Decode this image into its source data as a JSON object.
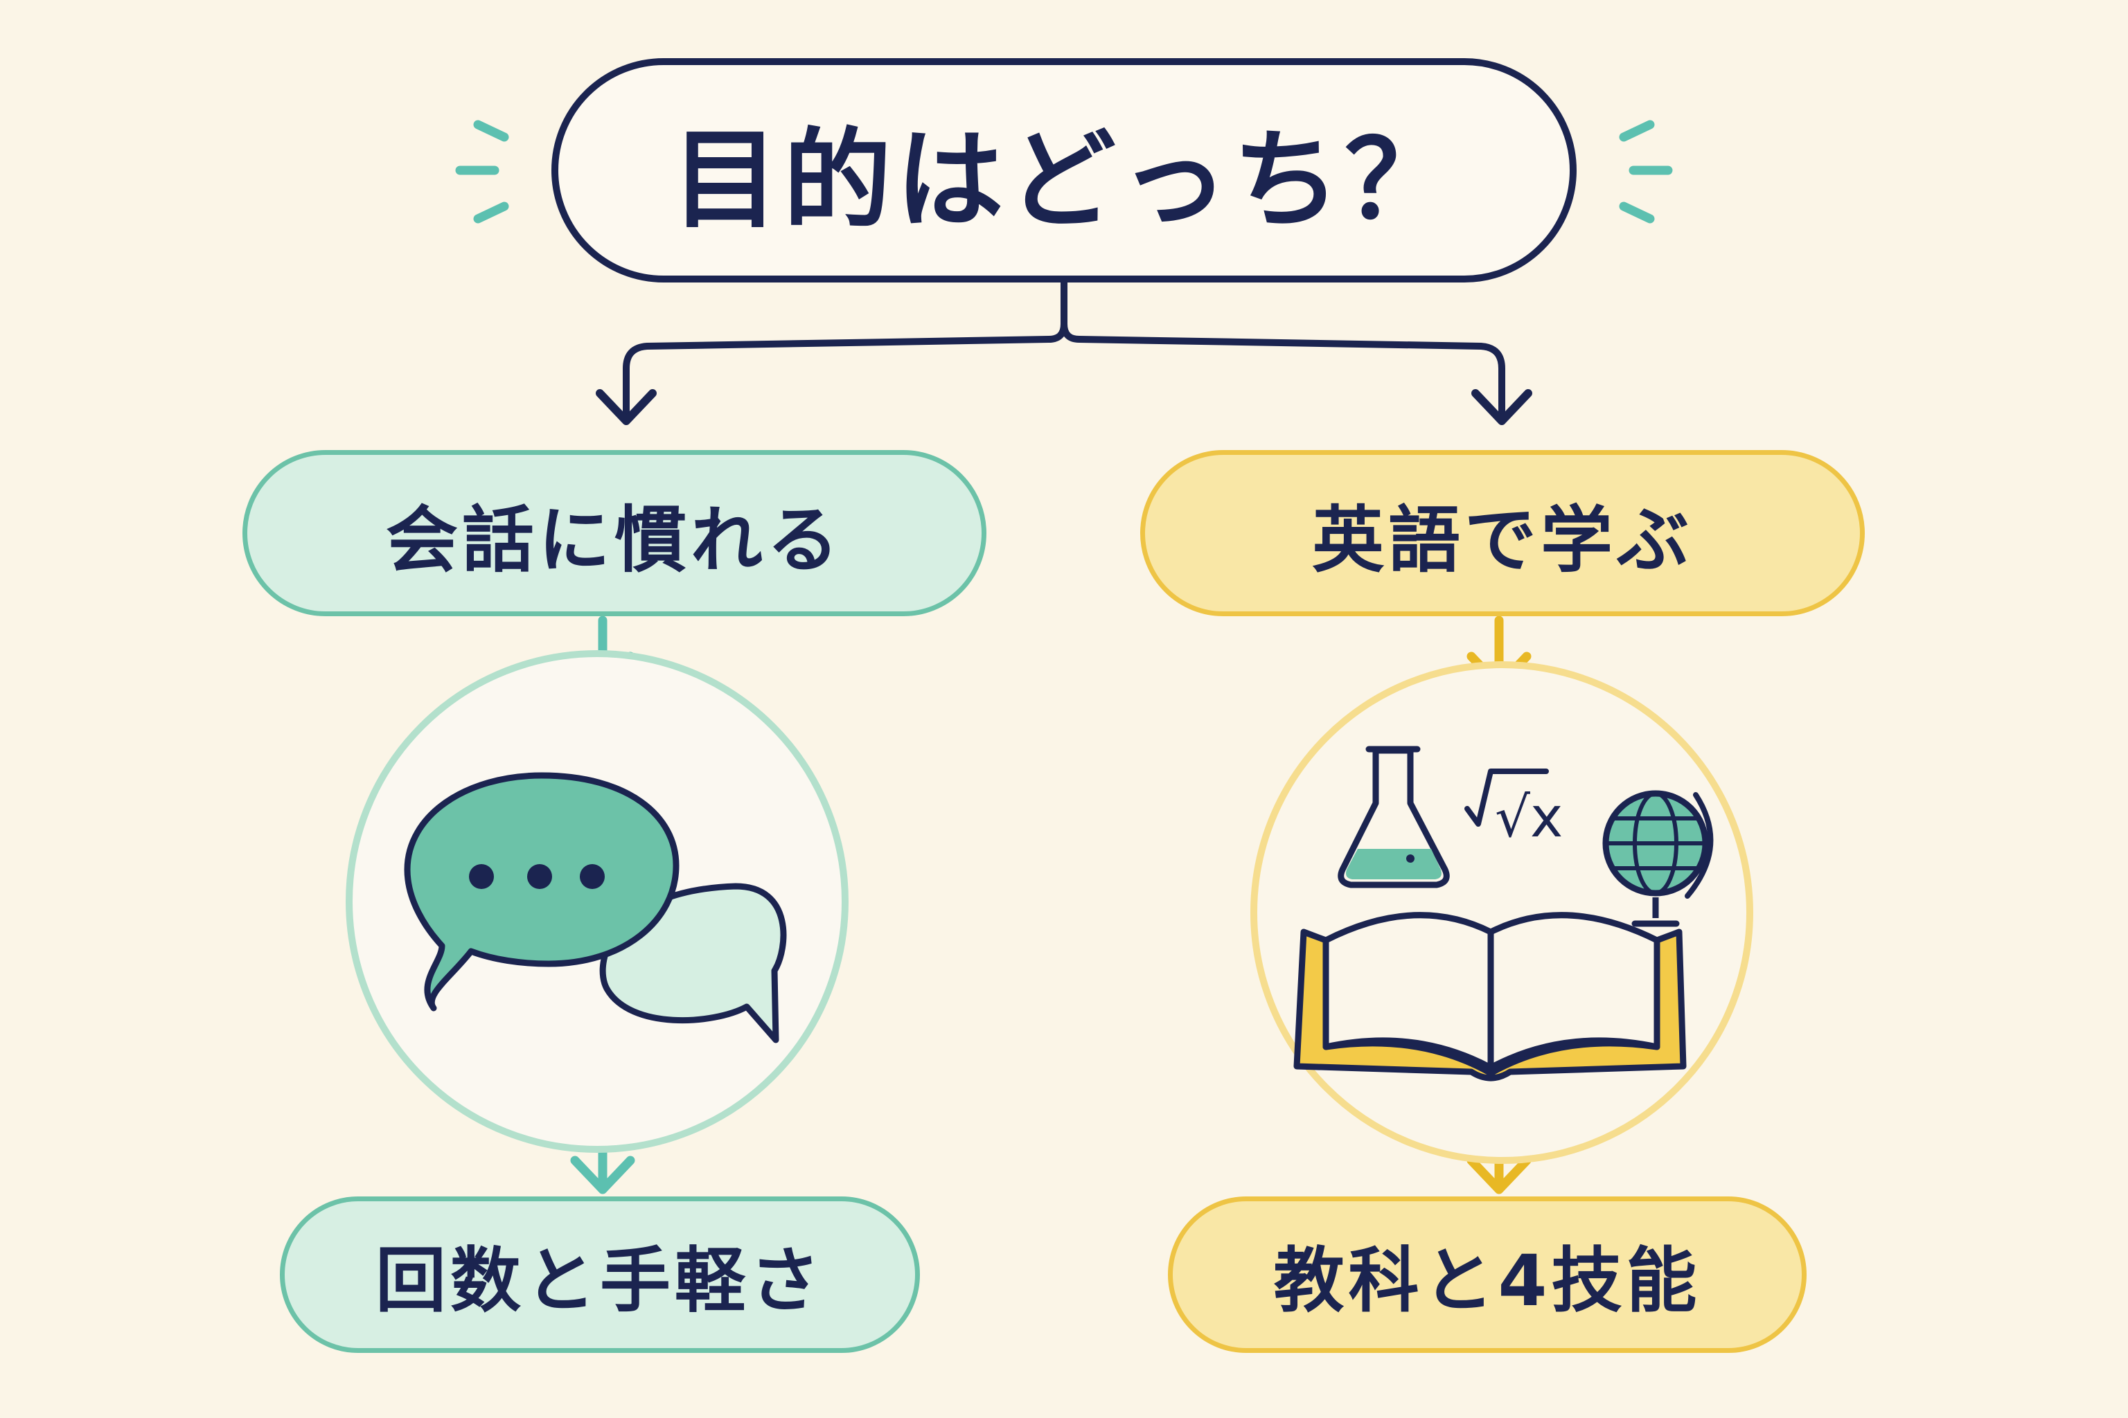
{
  "title": "目的はどっち？",
  "branches": [
    {
      "label": "会話に慣れる",
      "result": "回数と手軽さ",
      "icon": "speech-bubbles-icon",
      "color": "#6cc2a8",
      "fill": "#d7efe3"
    },
    {
      "label": "英語で学ぶ",
      "result": "教科と4技能",
      "icon": "study-subjects-icon",
      "color": "#eec445",
      "fill": "#f9e7a6"
    }
  ],
  "icon_text": {
    "sqrt_x": "√x"
  },
  "colors": {
    "navy": "#1b2450",
    "teal": "#6cc2a8",
    "yellow": "#eec445",
    "background": "#fbf5e7"
  }
}
